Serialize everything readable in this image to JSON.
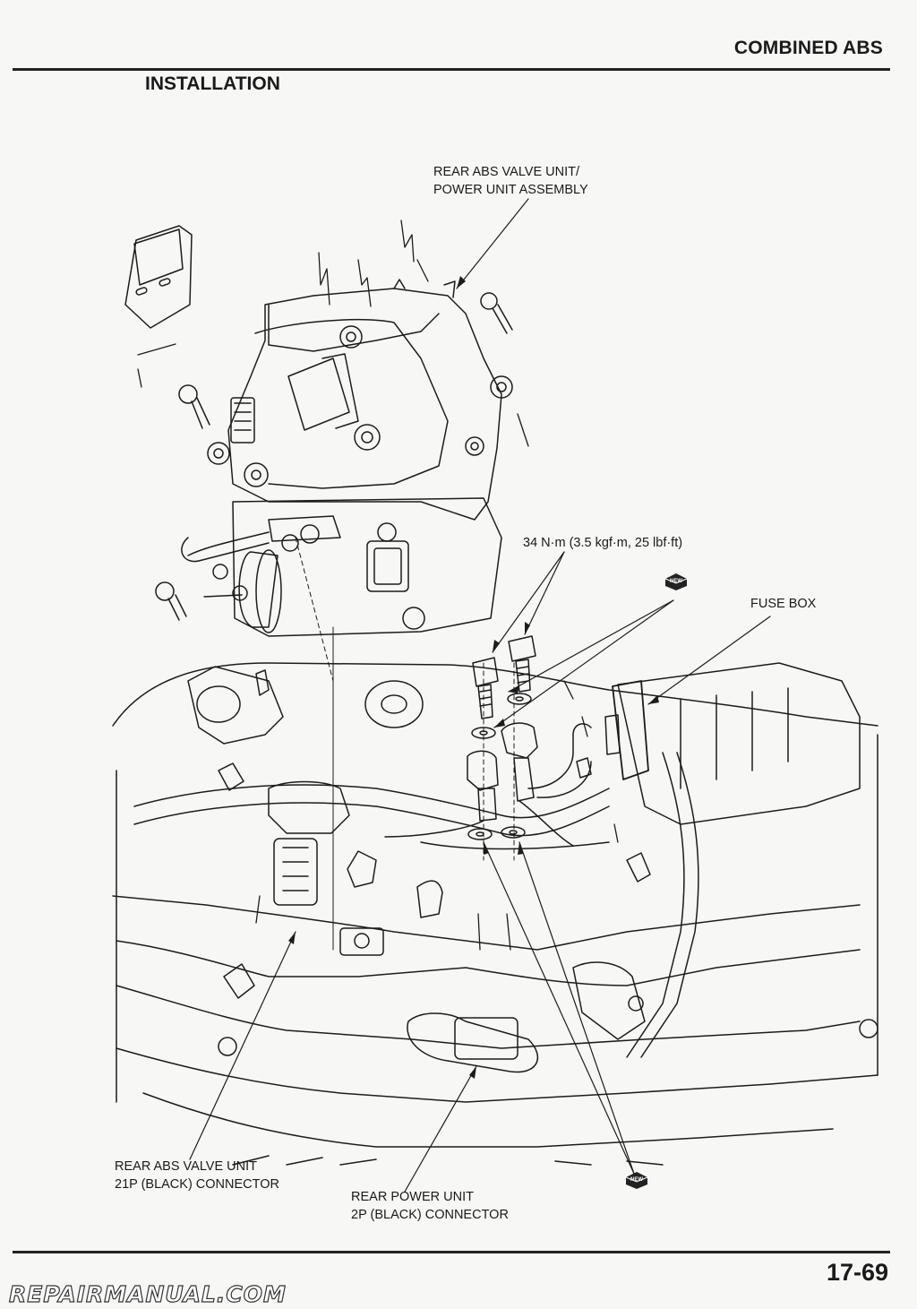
{
  "header": {
    "section_title": "COMBINED ABS",
    "heading": "INSTALLATION"
  },
  "callouts": {
    "valve_unit_assembly": {
      "line1": "REAR ABS VALVE UNIT/",
      "line2": "POWER UNIT ASSEMBLY"
    },
    "torque": "34 N·m (3.5 kgf·m, 25 lbf·ft)",
    "fuse_box": "FUSE BOX",
    "valve_connector": {
      "line1": "REAR ABS VALVE UNIT",
      "line2": "21P (BLACK) CONNECTOR"
    },
    "power_connector": {
      "line1": "REAR POWER UNIT",
      "line2": "2P (BLACK) CONNECTOR"
    }
  },
  "badges": {
    "new_label": "NEW"
  },
  "footer": {
    "page_number": "17-69",
    "watermark": "REPAIRMANUAL.COM"
  }
}
